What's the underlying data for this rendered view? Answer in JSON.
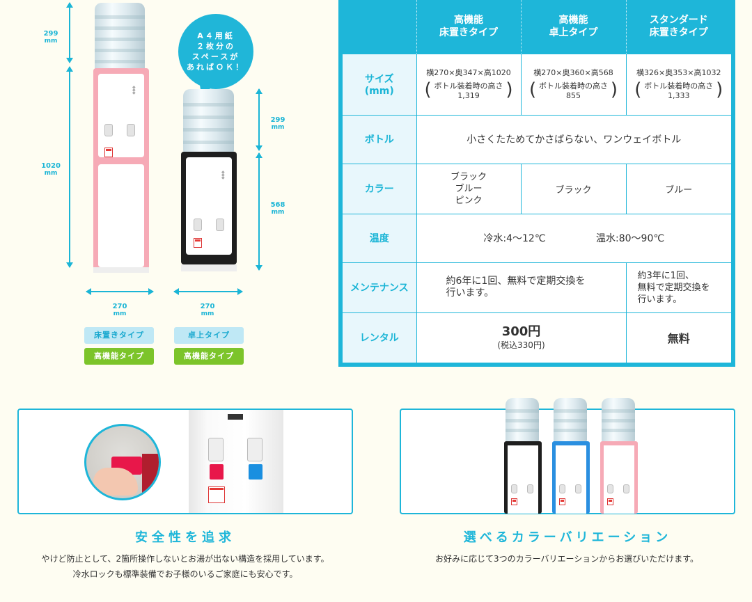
{
  "dimensions": {
    "floor_top": "299",
    "floor_body": "1020",
    "desk_top": "299",
    "desk_body": "568",
    "floor_width": "270",
    "desk_width": "270",
    "unit": "mm"
  },
  "bubble": {
    "line1": "A４用紙",
    "line2": "２枚分の",
    "line3": "スペースが",
    "line4": "あればＯＫ！"
  },
  "badges": {
    "floor_type": "床置きタイプ",
    "floor_grade": "高機能タイプ",
    "desk_type": "卓上タイプ",
    "desk_grade": "高機能タイプ"
  },
  "spec": {
    "headers": [
      {
        "line1": "高機能",
        "line2": "床置きタイプ"
      },
      {
        "line1": "高機能",
        "line2": "卓上タイプ"
      },
      {
        "line1": "スタンダード",
        "line2": "床置きタイプ"
      }
    ],
    "rows": {
      "size_label_1": "サイズ",
      "size_label_2": "(mm)",
      "size": [
        {
          "main": "横270×奥347×高1020",
          "note1": "ボトル装着時の高さ",
          "note2": "1,319"
        },
        {
          "main": "横270×奥360×高568",
          "note1": "ボトル装着時の高さ",
          "note2": "855"
        },
        {
          "main": "横326×奥353×高1032",
          "note1": "ボトル装着時の高さ",
          "note2": "1,333"
        }
      ],
      "bottle_label": "ボトル",
      "bottle": "小さくたためてかさばらない、ワンウェイボトル",
      "color_label": "カラー",
      "color_1": [
        "ブラック",
        "ブルー",
        "ピンク"
      ],
      "color_2": "ブラック",
      "color_3": "ブルー",
      "temp_label": "温度",
      "temp_cold": "冷水:4～12℃",
      "temp_hot": "温水:80～90℃",
      "maint_label": "メンテナンス",
      "maint_1_line1": "約6年に1回、無料で定期交換を",
      "maint_1_line2": "行います。",
      "maint_2_line1": "約3年に1回、",
      "maint_2_line2": "無料で定期交換を",
      "maint_2_line3": "行います。",
      "rental_label": "レンタル",
      "rental_price": "300円",
      "rental_tax": "(税込330円)",
      "rental_free": "無料"
    }
  },
  "features": [
    {
      "title": "安全性を追求",
      "desc1": "やけど防止として、2箇所操作しないとお湯が出ない構造を採用しています。",
      "desc2": "冷水ロックも標準装備でお子様のいるご家庭にも安心です。"
    },
    {
      "title": "選べるカラーバリエーション",
      "desc1": "お好みに応じて3つのカラーバリエーションからお選びいただけます。"
    }
  ],
  "colors": {
    "accent": "#1eb6d9",
    "pink": "#f6aab6",
    "black": "#1e1e1e",
    "blue": "#2a8fe0",
    "green": "#7cc42a"
  }
}
